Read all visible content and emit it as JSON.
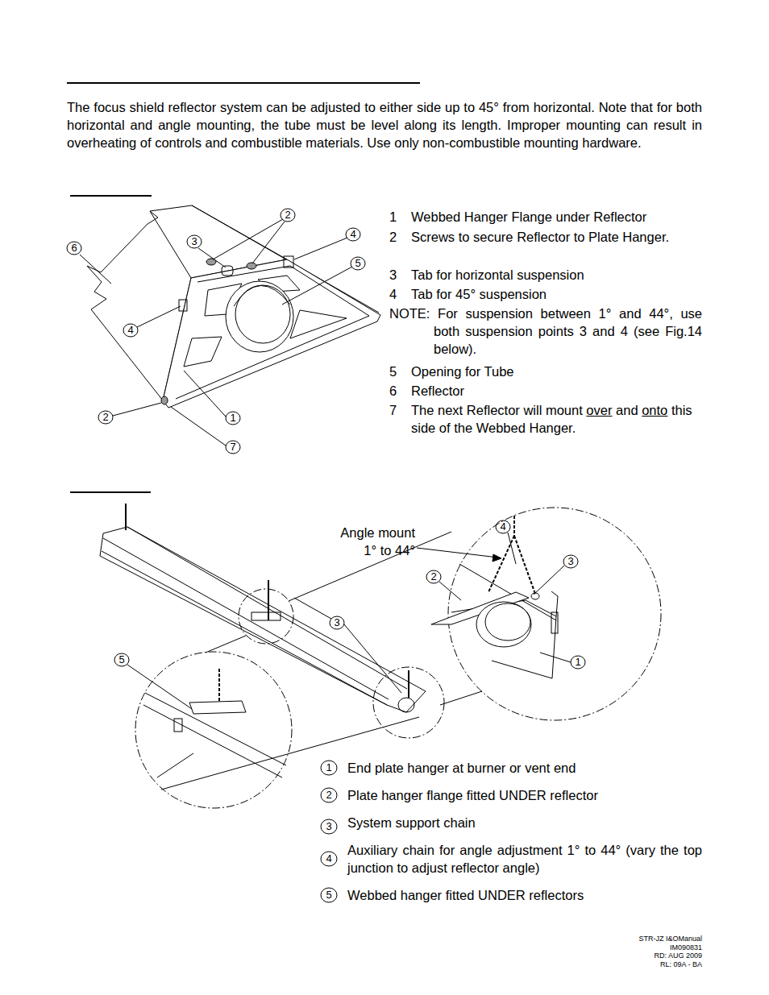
{
  "diagram": {
    "labels": [
      "The focus shield reflector system can be adjusted to either side up to 45° from horizontal. Note that for both horizontal and angle mounting, the tube must be level along its length.  Improper mounting can result in overheating of controls and combustible materials. Use only non-combustible mounting hardware.",
      "2",
      "4",
      "3",
      "6",
      "5",
      "4",
      "2",
      "1",
      "7",
      "1",
      "Webbed Hanger Flange under Reflector",
      "2",
      "Screws to secure Reflector to Plate Hanger.",
      "3",
      "Tab for horizontal suspension",
      "4",
      "Tab for 45° suspension",
      "NOTE: For suspension between 1° and 44°, use both suspension points 3 and 4 (see Fig.14 below).",
      "5",
      "Opening for Tube",
      "6",
      "Reflector",
      "7",
      "The next Reflector will mount",
      "over",
      "and",
      "onto",
      "this side of the Webbed Hanger.",
      "Angle mount 1° to 44°",
      "4",
      "3",
      "2",
      "1",
      "3",
      "5",
      "1",
      "End plate hanger at burner or vent end",
      "2",
      "Plate hanger flange fitted UNDER reflector",
      "3",
      "System support chain",
      "4",
      "Auxiliary chain for angle adjustment 1° to 44° (vary the top junction to adjust reflector angle)",
      "5",
      "Webbed hanger fitted UNDER reflectors",
      "STR-JZ I&OManual",
      "IM090831",
      "RD: AUG 2009",
      "RL: 09A - BA"
    ]
  }
}
